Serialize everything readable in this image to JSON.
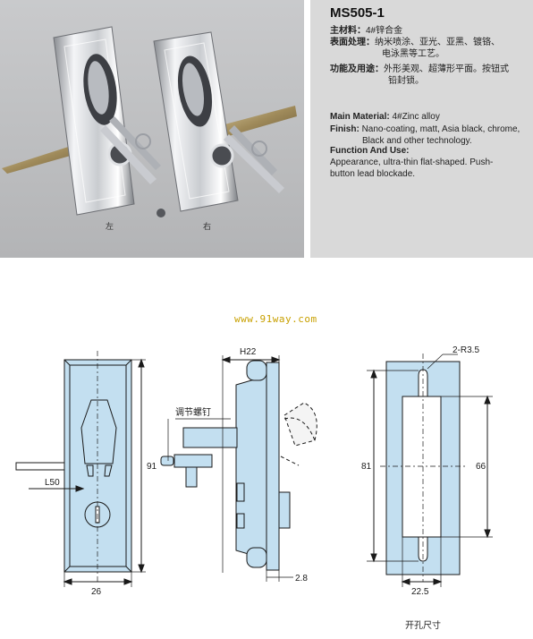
{
  "photo": {
    "label_left": "左",
    "label_right": "右"
  },
  "spec": {
    "model": "MS505-1",
    "cn_material_key": "主材料：",
    "cn_material_val": "4#锌合金",
    "cn_finish_key": "表面处理：",
    "cn_finish_val_1": "纳米喷涂、亚光、亚黑、镀铬、",
    "cn_finish_val_2": "电泳黑等工艺。",
    "cn_function_key": "功能及用途：",
    "cn_function_val_1": "外形美观、超薄形平面。按钮式",
    "cn_function_val_2": "铅封锁。",
    "en_material_key": "Main Material:",
    "en_material_val": "4#Zinc alloy",
    "en_finish_key": "Finish:",
    "en_finish_val_1": "Nano-coating, matt, Asia black, chrome,",
    "en_finish_val_2": "Black and other technology.",
    "en_function_key": "Function And Use:",
    "en_function_val_1": "Appearance, ultra-thin flat-shaped. Push-",
    "en_function_val_2": "button lead blockade."
  },
  "watermark": "www.91way.com",
  "drawing": {
    "front": {
      "dim_height": "91",
      "dim_width": "26",
      "dim_lever": "L50"
    },
    "side": {
      "dim_top": "H22",
      "adjust_screw": "调节螺钉",
      "dim_thickness": "2.8"
    },
    "cutout": {
      "dim_radius": "2-R3.5",
      "dim_outer_height": "81",
      "dim_inner_height": "66",
      "dim_width": "22.5",
      "caption": "开孔尺寸"
    }
  },
  "colors": {
    "drawing_fill": "#c3dff0",
    "drawing_line": "#1a1a1a",
    "watermark": "#c8a000"
  }
}
